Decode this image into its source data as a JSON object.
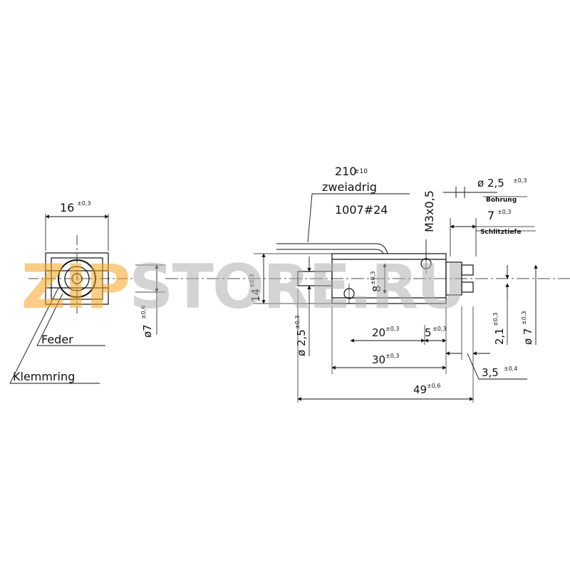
{
  "watermark": {
    "part1": "ZIP",
    "part2": "STORE.RU",
    "color1": "#f5a623",
    "color2": "#b0b0b0"
  },
  "front_view": {
    "width_dim": "16",
    "width_tol": "±0,3",
    "diameter_dim": "ø7",
    "diameter_tol": "±0,6",
    "label_spring": "Feder",
    "label_clamp_ring": "Klemmring"
  },
  "side_view": {
    "cable_length": "210",
    "cable_length_tol": "±10",
    "cable_type": "zweiadrig",
    "cable_spec": "1007#24",
    "thread": "M3x0,5",
    "bore_dim": "ø 2,5",
    "bore_tol": "±0,3",
    "bore_label": "Bohrung",
    "slot_dim": "7",
    "slot_tol": "±0,3",
    "slot_label": "Schlitztiefe",
    "height_dim": "14",
    "height_tol": "±0,3",
    "inner_dim": "8",
    "inner_tol": "±0,3",
    "plunger_dim": "ø 2,5",
    "plunger_tol": "±0,3",
    "offset_dim": "2,1",
    "offset_tol": "±0,3",
    "right_diameter_dim": "ø 7",
    "right_diameter_tol": "±0,3",
    "dim_20": "20",
    "dim_20_tol": "±0,3",
    "dim_5": "5",
    "dim_5_tol": "±0,3",
    "dim_30": "30",
    "dim_30_tol": "±0,3",
    "dim_3_5": "3,5",
    "dim_3_5_tol": "±0,4",
    "dim_49": "49",
    "dim_49_tol": "±0,6"
  }
}
